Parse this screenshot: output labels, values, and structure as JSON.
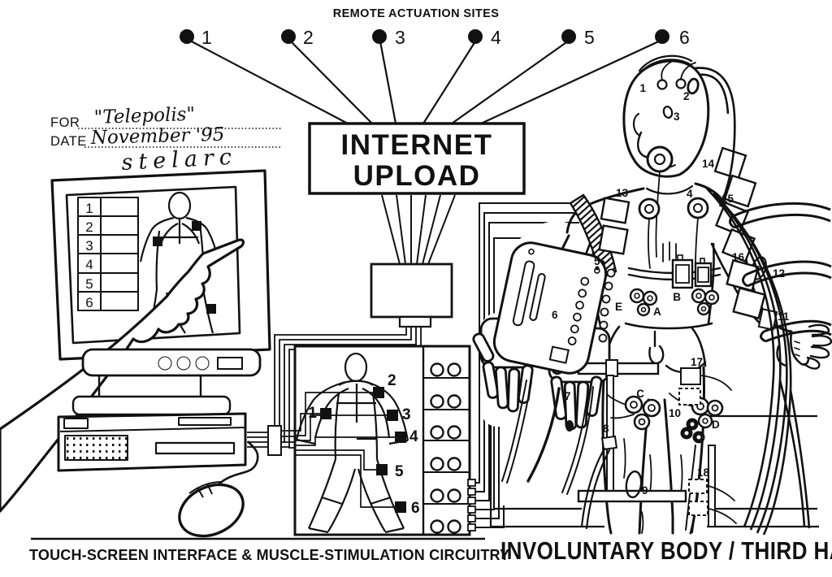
{
  "colors": {
    "ink": "#111111",
    "paper": "#ffffff"
  },
  "header": {
    "title": "REMOTE ACTUATION SITES",
    "sites": [
      "1",
      "2",
      "3",
      "4",
      "5",
      "6"
    ]
  },
  "upload_box": {
    "line1": "INTERNET",
    "line2": "UPLOAD"
  },
  "note": {
    "for_label": "FOR",
    "for_value": "\"Telepolis\"",
    "date_label": "DATE",
    "date_value": "November '95",
    "signature": "stelarc"
  },
  "touchscreen": {
    "rows": [
      "1",
      "2",
      "3",
      "4",
      "5",
      "6"
    ]
  },
  "circuit": {
    "sites": [
      "1",
      "2",
      "3",
      "4",
      "5",
      "6"
    ]
  },
  "figure": {
    "labels": {
      "1": "1",
      "2": "2",
      "3": "3",
      "4": "4",
      "5": "5",
      "6": "6",
      "7": "7",
      "8": "8",
      "9": "9",
      "10": "10",
      "11": "11",
      "12": "12",
      "13": "13",
      "14": "14",
      "15": "15",
      "16": "16",
      "17": "17",
      "18": "18",
      "A": "A",
      "B": "B",
      "C": "C",
      "D": "D",
      "E": "E"
    }
  },
  "captions": {
    "left": "TOUCH-SCREEN INTERFACE  &  MUSCLE-STIMULATION CIRCUITRY",
    "right": "INVOLUNTARY BODY / THIRD HAND"
  }
}
